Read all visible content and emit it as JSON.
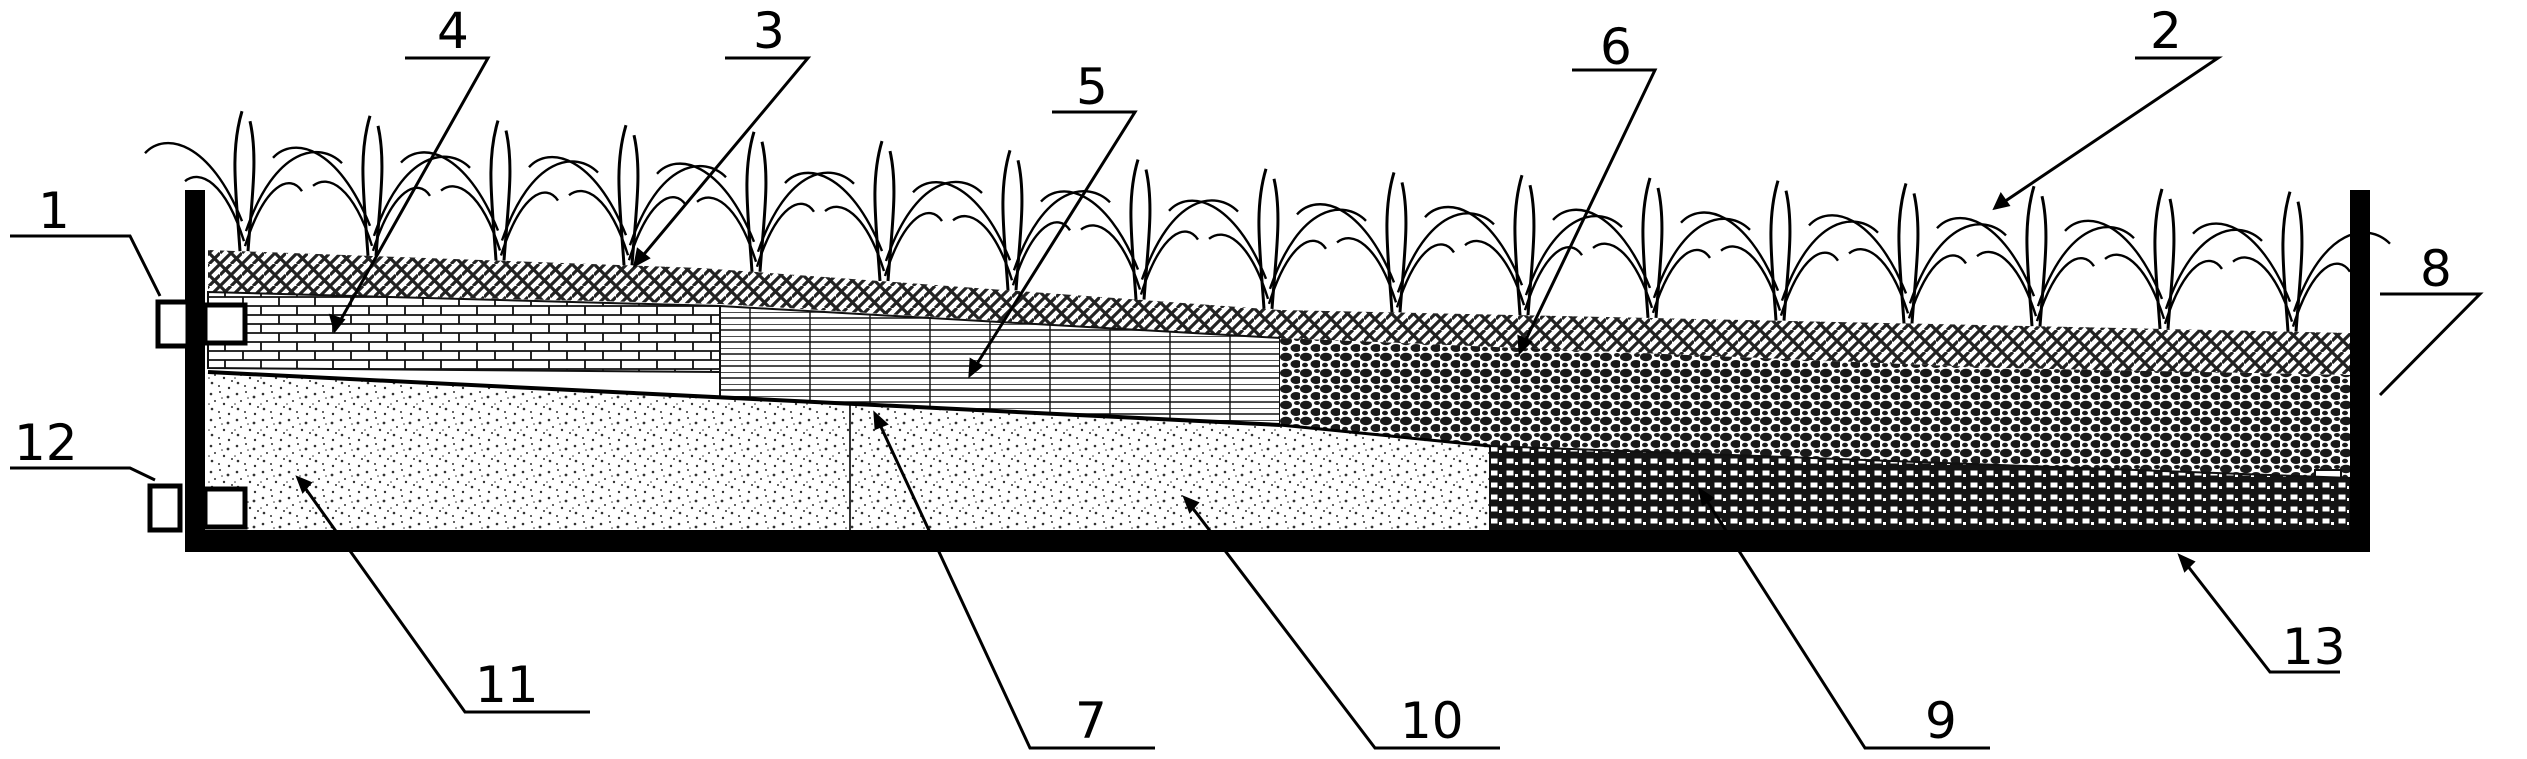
{
  "figure": {
    "callouts": [
      {
        "id": "label-1",
        "text": "1"
      },
      {
        "id": "label-2",
        "text": "2"
      },
      {
        "id": "label-3",
        "text": "3"
      },
      {
        "id": "label-4",
        "text": "4"
      },
      {
        "id": "label-5",
        "text": "5"
      },
      {
        "id": "label-6",
        "text": "6"
      },
      {
        "id": "label-7",
        "text": "7"
      },
      {
        "id": "label-8",
        "text": "8"
      },
      {
        "id": "label-9",
        "text": "9"
      },
      {
        "id": "label-10",
        "text": "10"
      },
      {
        "id": "label-11",
        "text": "11"
      },
      {
        "id": "label-12",
        "text": "12"
      },
      {
        "id": "label-13",
        "text": "13"
      }
    ]
  },
  "colors": {
    "ink": "#000000",
    "background": "#ffffff",
    "topsoil": "#2b2b2b",
    "gravel": "#1f1f1f",
    "sand_dots": "#3a3a3a"
  }
}
